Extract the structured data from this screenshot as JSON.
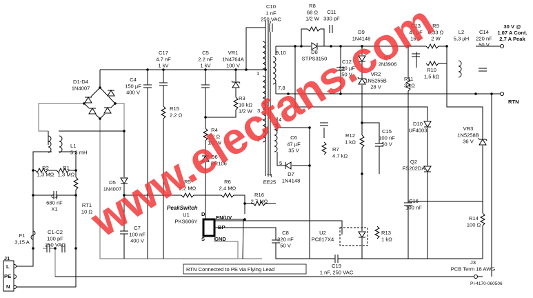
{
  "components": {
    "C10": [
      "C10",
      "1 nF",
      "250 VAC"
    ],
    "C17": [
      "C17",
      "4.7 nF",
      "1 kV"
    ],
    "C5": [
      "C5",
      "2.2 nF",
      "1 kV"
    ],
    "VR1": [
      "VR1",
      "1N4764A",
      "100 V"
    ],
    "C4": [
      "C4",
      "150 µF",
      "400 V"
    ],
    "D1D4": [
      "D1-D4",
      "1N4007"
    ],
    "R15": [
      "R15",
      "2.2 Ω"
    ],
    "R3": [
      "R3",
      "10 kΩ",
      "1/2 W"
    ],
    "R4": [
      "R4",
      "22 Ω",
      "1/2 W"
    ],
    "L1": [
      "L1",
      "5.3 mH"
    ],
    "D6": [
      "D6",
      "FR106"
    ],
    "R2": [
      "R2",
      "1,3 MΩ"
    ],
    "R1": [
      "R1",
      "1,3 MΩ"
    ],
    "D5": [
      "D5",
      "1N4007"
    ],
    "R5": [
      "R5",
      "2,2 MΩ"
    ],
    "R6": [
      "R6",
      "2,4 MΩ"
    ],
    "R16": [
      "R16",
      "2,7 MΩ"
    ],
    "C3": [
      "C3",
      "680 nF",
      "X1"
    ],
    "RT1": [
      "RT1",
      "10 Ω"
    ],
    "U1": [
      "U1",
      "PKS606Y"
    ],
    "C7": [
      "C7",
      "100 nF",
      "400 V"
    ],
    "F1": [
      "F1",
      "3,15 A"
    ],
    "C1C2": [
      "C1-C2",
      "100 pF",
      "250 VAC"
    ],
    "C6": [
      "C6",
      "47 µF",
      "35 V"
    ],
    "R7": [
      "R7",
      "4.7 kΩ"
    ],
    "D7": [
      "D7",
      "1N4148"
    ],
    "T1": [
      "T1",
      "EE25"
    ],
    "R8": [
      "R8",
      "68 Ω",
      "1/2 W"
    ],
    "C11": [
      "C11",
      "330 pF"
    ],
    "D8": [
      "D8",
      "STPS3150"
    ],
    "D9": [
      "D9",
      "1N4148"
    ],
    "C12": [
      "C12",
      "330 µF",
      "50 V"
    ],
    "Q1": [
      "Q1",
      "2N3906"
    ],
    "VR2": [
      "VR2",
      "1N5255B",
      "28 V"
    ],
    "R11": [
      "R11",
      "3 kΩ"
    ],
    "C13": [
      "C13",
      "47 µF",
      "16 V"
    ],
    "R9": [
      "R9",
      "0,33 Ω",
      "2 W"
    ],
    "R10": [
      "R10",
      "1,5 kΩ"
    ],
    "L2": [
      "L2",
      "5,3 µH"
    ],
    "C14": [
      "C14",
      "220 nF",
      "50 V"
    ],
    "D10": [
      "D10",
      "UF4003"
    ],
    "VR3": [
      "VR3",
      "1N5258B",
      "36 V"
    ],
    "R12": [
      "R12",
      "1 kΩ"
    ],
    "C15": [
      "C15",
      "100 nF",
      "50 V"
    ],
    "Q2": [
      "Q2",
      "FS202DA"
    ],
    "C16": [
      "C16",
      "100 nF"
    ],
    "R14": [
      "R14",
      "100 Ω"
    ],
    "U2": [
      "U2",
      "PC817X4"
    ],
    "R13": [
      "R13",
      "1 kΩ"
    ],
    "C8": [
      "C8",
      "220 nF",
      "50 V"
    ],
    "C19": [
      "C19",
      "1 nF, 250 VAC"
    ],
    "J3": [
      "J3",
      "PCB Term 18 AWG"
    ],
    "J1": [
      "J1"
    ]
  },
  "output": [
    "30 V @",
    "1.07 A Cont.",
    "2,7 A Peak"
  ],
  "rtn_label": "RTN",
  "peakswitch_brand": "PeakSwitch",
  "u1_pins": {
    "d": "D",
    "en": "EN/UV",
    "bp": "BP",
    "s": "S",
    "gnd": "GND"
  },
  "j1_pins": {
    "l": "L",
    "pe": "PE",
    "n": "N"
  },
  "transformer_pins": {
    "p1": "1",
    "p2": "2",
    "p3": "3",
    "p4": "4",
    "p5": "5",
    "p910": "9,10",
    "p78": "7,8"
  },
  "note": "RTN Connected to PE via Flying Lead",
  "drawing_number": "PI-4170-060506",
  "watermark": "www.elecfans.com",
  "colors": {
    "wire": "#000000",
    "primary_return": "#999999",
    "watermark": "#f23a3a"
  }
}
